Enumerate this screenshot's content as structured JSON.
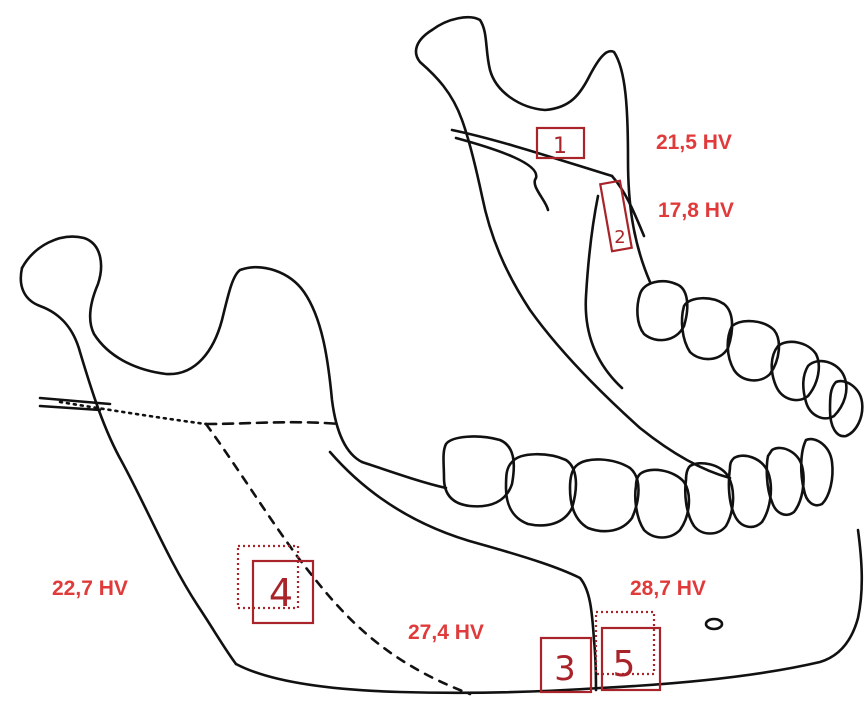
{
  "colors": {
    "outline": "#111111",
    "marker": "#a8242a",
    "label": "#e03a3a"
  },
  "measurements": [
    {
      "site": "1",
      "value": "21,5 HV"
    },
    {
      "site": "2",
      "value": "17,8 HV"
    },
    {
      "site": "4",
      "value": "22,7 HV"
    },
    {
      "site": "3",
      "value": "27,4 HV"
    },
    {
      "site": "5",
      "value": "28,7 HV"
    }
  ]
}
